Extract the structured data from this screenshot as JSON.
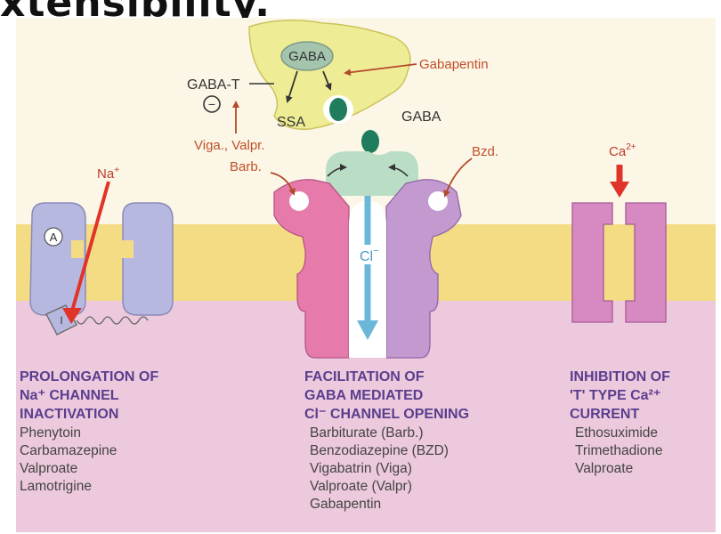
{
  "header": {
    "title": "xtensibility."
  },
  "top_labels": {
    "gaba_in_cloud": "GABA",
    "gaba_t": "GABA-T",
    "minus": "−",
    "ssa": "SSA",
    "gabapentin": "Gabapentin",
    "gaba_bound": "GABA",
    "viga_valpr": "Viga., Valpr.",
    "barb": "Barb.",
    "bzd": "Bzd.",
    "na_ion": "Na",
    "na_sup": "+",
    "ca_ion": "Ca",
    "ca_sup": "2+",
    "cl_ion": "Cl",
    "cl_sup": "−",
    "site_a": "A",
    "site_i": "I"
  },
  "columns": [
    {
      "heading_lines": [
        "PROLONGATION OF",
        "Na⁺ CHANNEL",
        "INACTIVATION"
      ],
      "drugs": [
        "Phenytoin",
        "Carbamazepine",
        "Valproate",
        "Lamotrigine"
      ]
    },
    {
      "heading_lines": [
        "FACILITATION OF",
        "GABA MEDIATED",
        "Cl⁻ CHANNEL OPENING"
      ],
      "drugs": [
        "Barbiturate (Barb.)",
        "Benzodiazepine (BZD)",
        "Vigabatrin (Viga)",
        "Valproate (Valpr)",
        "Gabapentin"
      ]
    },
    {
      "heading_lines": [
        "INHIBITION OF",
        "'T' TYPE Ca²⁺",
        "CURRENT"
      ],
      "drugs": [
        "Ethosuximide",
        "Trimethadione",
        "Valproate"
      ]
    }
  ],
  "colors": {
    "background": "#fbf6e6",
    "membrane": "#f3dc84",
    "cytoplasm": "#ecc9dc",
    "presynaptic": "#efec96",
    "na_channel": "#b7b8df",
    "gaba_receptor_left": "#e67aaa",
    "gaba_receptor_right": "#c39ad0",
    "receptor_top": "#b9dec5",
    "ca_channel": "#d78ac2",
    "arrow_red": "#e0342a",
    "arrow_blue": "#6bb7d9",
    "heading_purple": "#5a3e8e",
    "label_orange": "#c0502a"
  }
}
